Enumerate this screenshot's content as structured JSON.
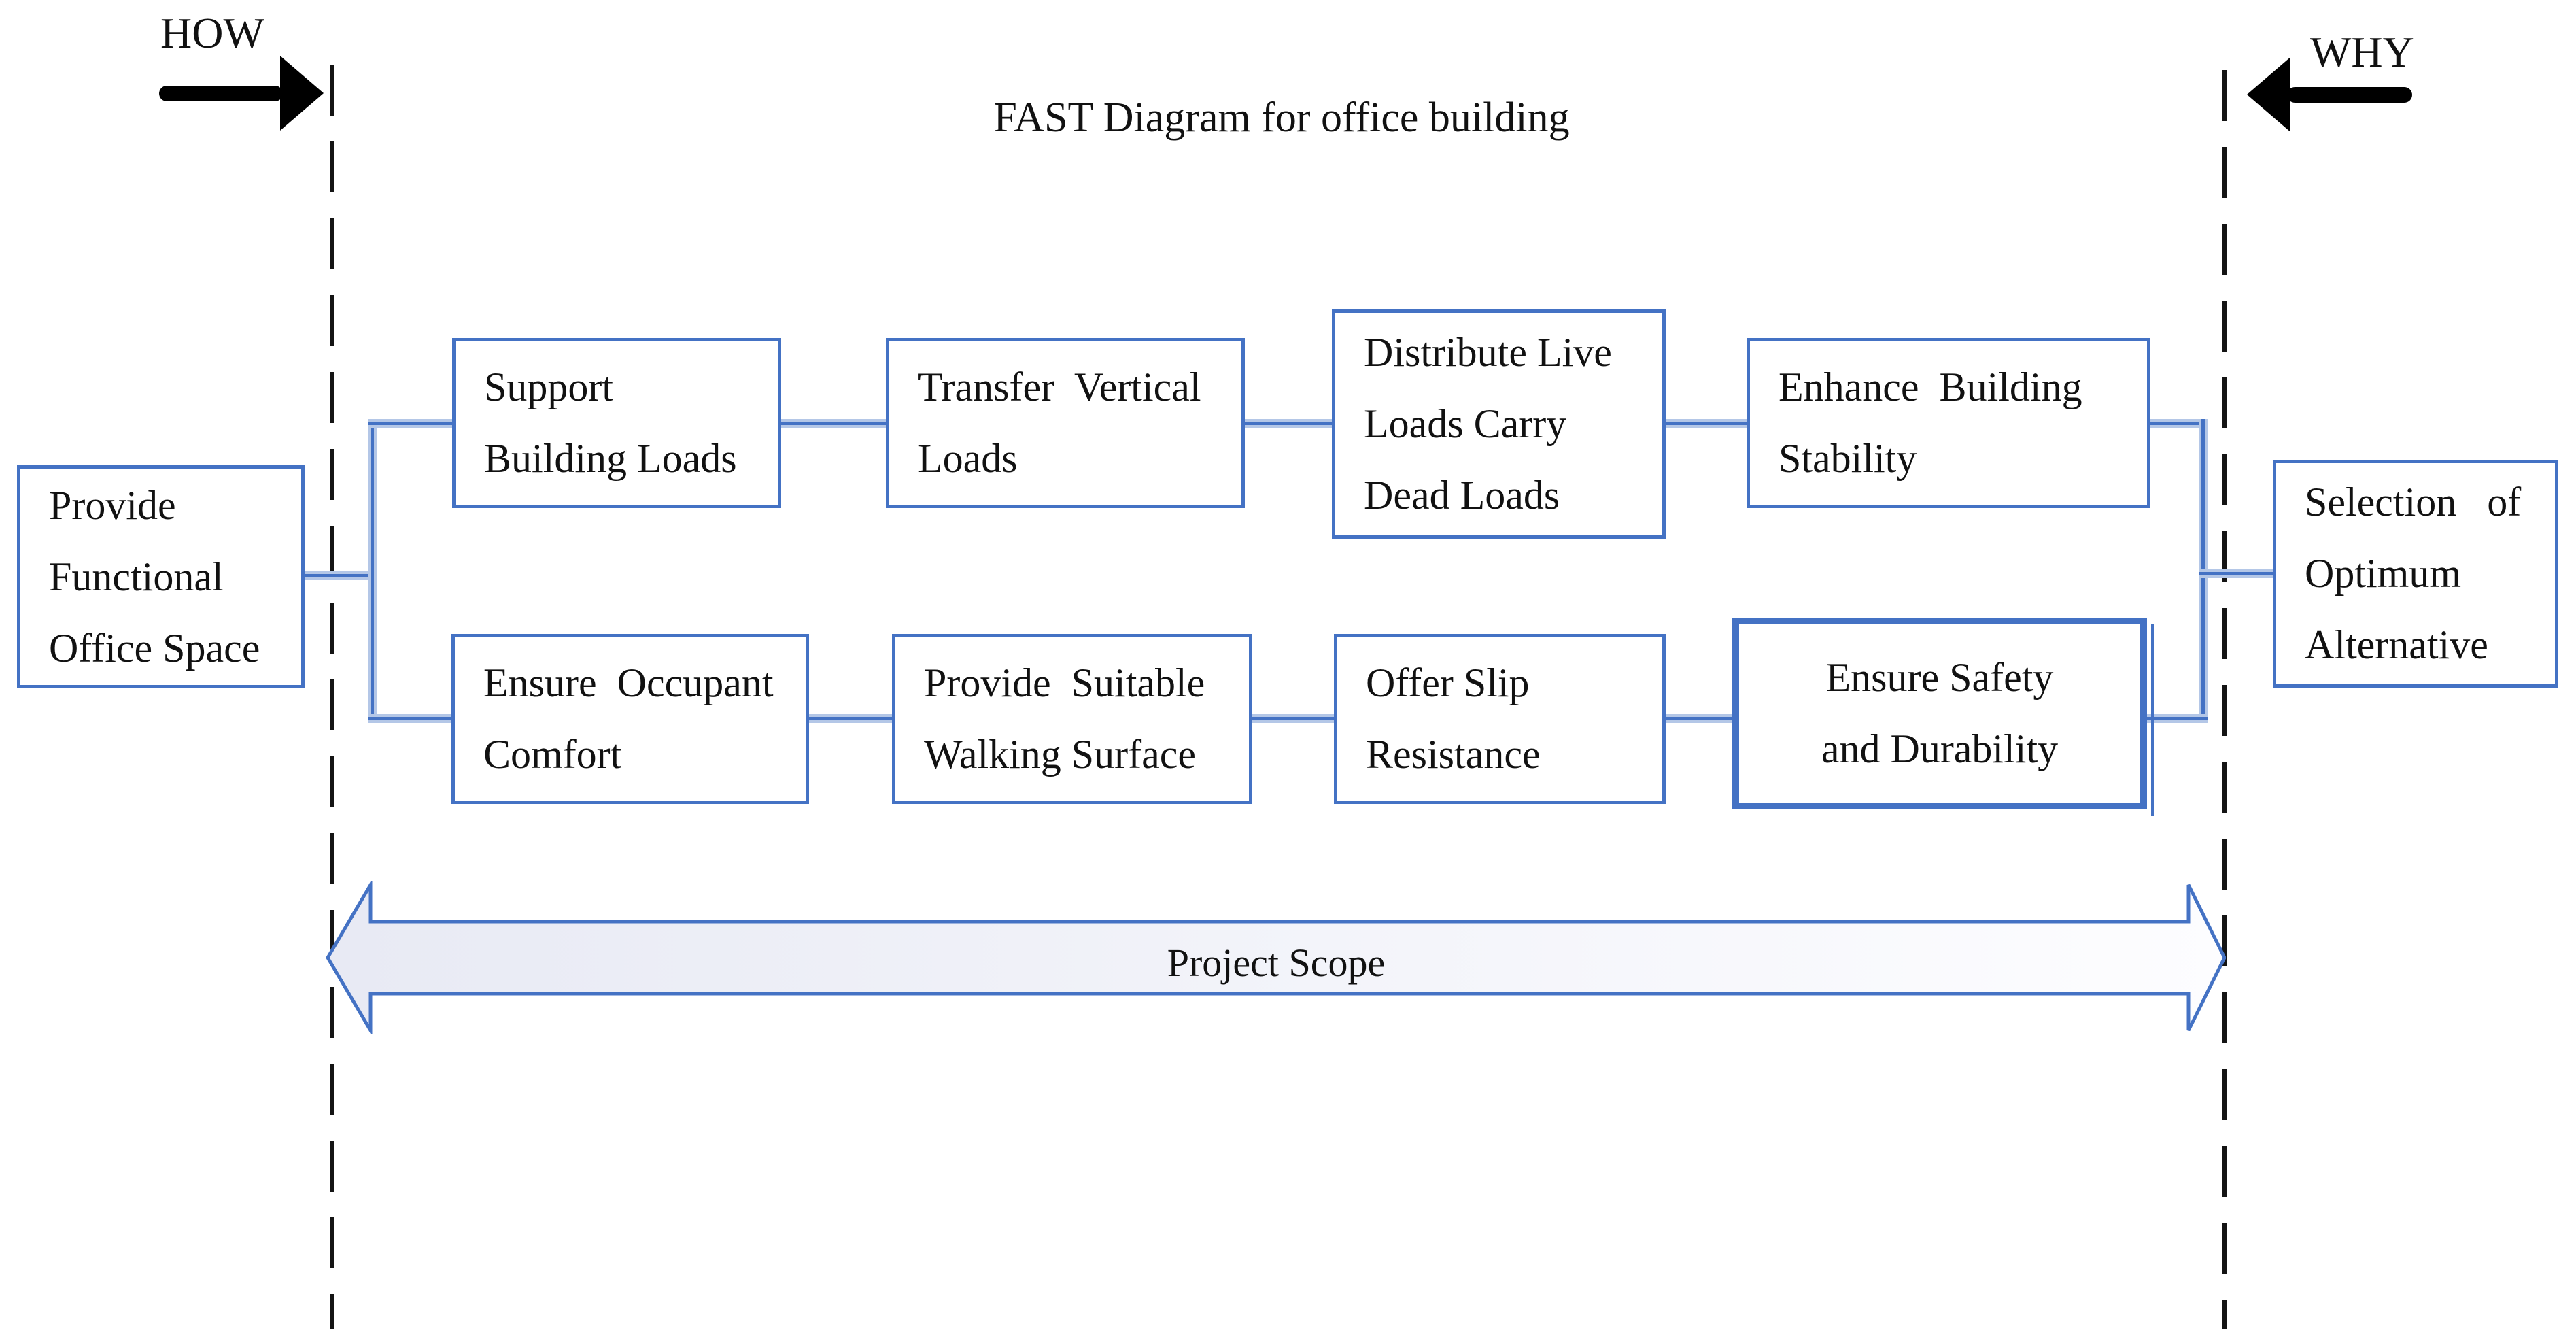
{
  "title": "FAST Diagram for office building",
  "direction_labels": {
    "how": "HOW",
    "why": "WHY"
  },
  "scope_arrow": {
    "label": "Project Scope"
  },
  "colors": {
    "box_border": "#4472C4",
    "connector_dark": "#4472C4",
    "connector_light": "#B4C7E7",
    "dashed_scope_line": "#141414",
    "arrow_fill_left": "#E8EAF4",
    "arrow_fill_right": "#FDFDFF",
    "text": "#111111",
    "how_why_arrows": "#000000"
  },
  "function_boxes": {
    "basic_function": {
      "lines": [
        "Provide",
        "Functional",
        "Office Space"
      ]
    },
    "support": {
      "lines": [
        "Support",
        "Building Loads"
      ]
    },
    "transfer": {
      "lines": [
        "Transfer  Vertical",
        "Loads"
      ]
    },
    "distribute": {
      "lines": [
        "Distribute Live",
        "Loads Carry",
        "Dead Loads"
      ]
    },
    "enhance": {
      "lines": [
        "Enhance  Building",
        "Stability"
      ]
    },
    "comfort": {
      "lines": [
        "Ensure  Occupant",
        "Comfort"
      ]
    },
    "walking": {
      "lines": [
        "Provide  Suitable",
        "Walking Surface"
      ]
    },
    "slip": {
      "lines": [
        "Offer Slip",
        "Resistance"
      ]
    },
    "safety": {
      "lines": [
        "Ensure Safety",
        "and Durability"
      ]
    },
    "selection": {
      "lines": [
        "Selection   of",
        "Optimum",
        "Alternative"
      ]
    }
  }
}
